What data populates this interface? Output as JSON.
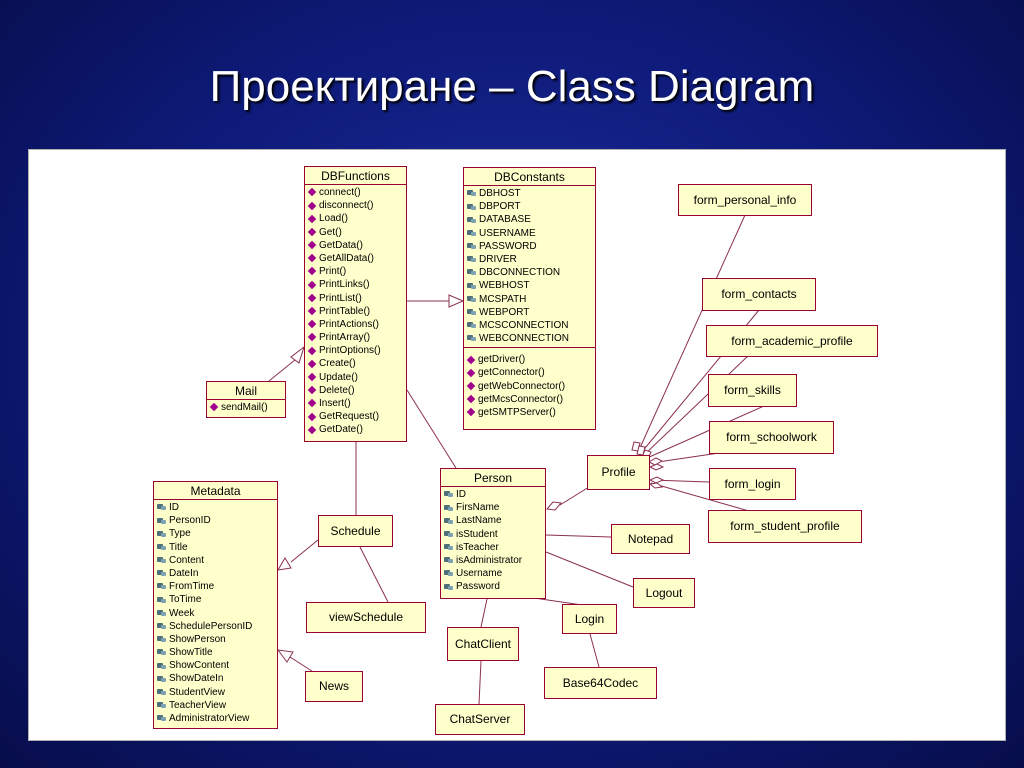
{
  "slide": {
    "title": "Проектиране – Class Diagram"
  },
  "diagram": {
    "dbfunctions": {
      "name": "DBFunctions",
      "operations": [
        "connect()",
        "disconnect()",
        "Load()",
        "Get()",
        "GetData()",
        "GetAllData()",
        "Print()",
        "PrintLinks()",
        "PrintList()",
        "PrintTable()",
        "PrintActions()",
        "PrintArray()",
        "PrintOptions()",
        "Create()",
        "Update()",
        "Delete()",
        "Insert()",
        "GetRequest()",
        "GetDate()"
      ]
    },
    "dbconstants": {
      "name": "DBConstants",
      "attributes": [
        "DBHOST",
        "DBPORT",
        "DATABASE",
        "USERNAME",
        "PASSWORD",
        "DRIVER",
        "DBCONNECTION",
        "WEBHOST",
        "MCSPATH",
        "WEBPORT",
        "MCSCONNECTION",
        "WEBCONNECTION"
      ],
      "operations": [
        "getDriver()",
        "getConnector()",
        "getWebConnector()",
        "getMcsConnector()",
        "getSMTPServer()"
      ]
    },
    "mail": {
      "name": "Mail",
      "operations": [
        "sendMail()"
      ]
    },
    "metadata": {
      "name": "Metadata",
      "attributes": [
        "ID",
        "PersonID",
        "Type",
        "Title",
        "Content",
        "DateIn",
        "FromTime",
        "ToTime",
        "Week",
        "SchedulePersonID",
        "ShowPerson",
        "ShowTitle",
        "ShowContent",
        "ShowDateIn",
        "StudentView",
        "TeacherView",
        "AdministratorView"
      ]
    },
    "person": {
      "name": "Person",
      "attributes": [
        "ID",
        "FirsName",
        "LastName",
        "isStudent",
        "isTeacher",
        "isAdministrator",
        "Username",
        "Password"
      ]
    },
    "simple": {
      "form_personal_info": "form_personal_info",
      "form_contacts": "form_contacts",
      "form_academic_profile": "form_academic_profile",
      "form_skills": "form_skills",
      "form_schoolwork": "form_schoolwork",
      "form_login": "form_login",
      "form_student_profile": "form_student_profile",
      "profile": "Profile",
      "schedule": "Schedule",
      "view_schedule": "viewSchedule",
      "news": "News",
      "notepad": "Notepad",
      "logout": "Logout",
      "login": "Login",
      "chat_client": "ChatClient",
      "chat_server": "ChatServer",
      "base64codec": "Base64Codec"
    }
  },
  "colors": {
    "box_fill": "#ffffcc",
    "box_border": "#9a0033",
    "line": "#8a3050",
    "slide_bg": "#0e1a78",
    "title_text": "#ffffff"
  }
}
